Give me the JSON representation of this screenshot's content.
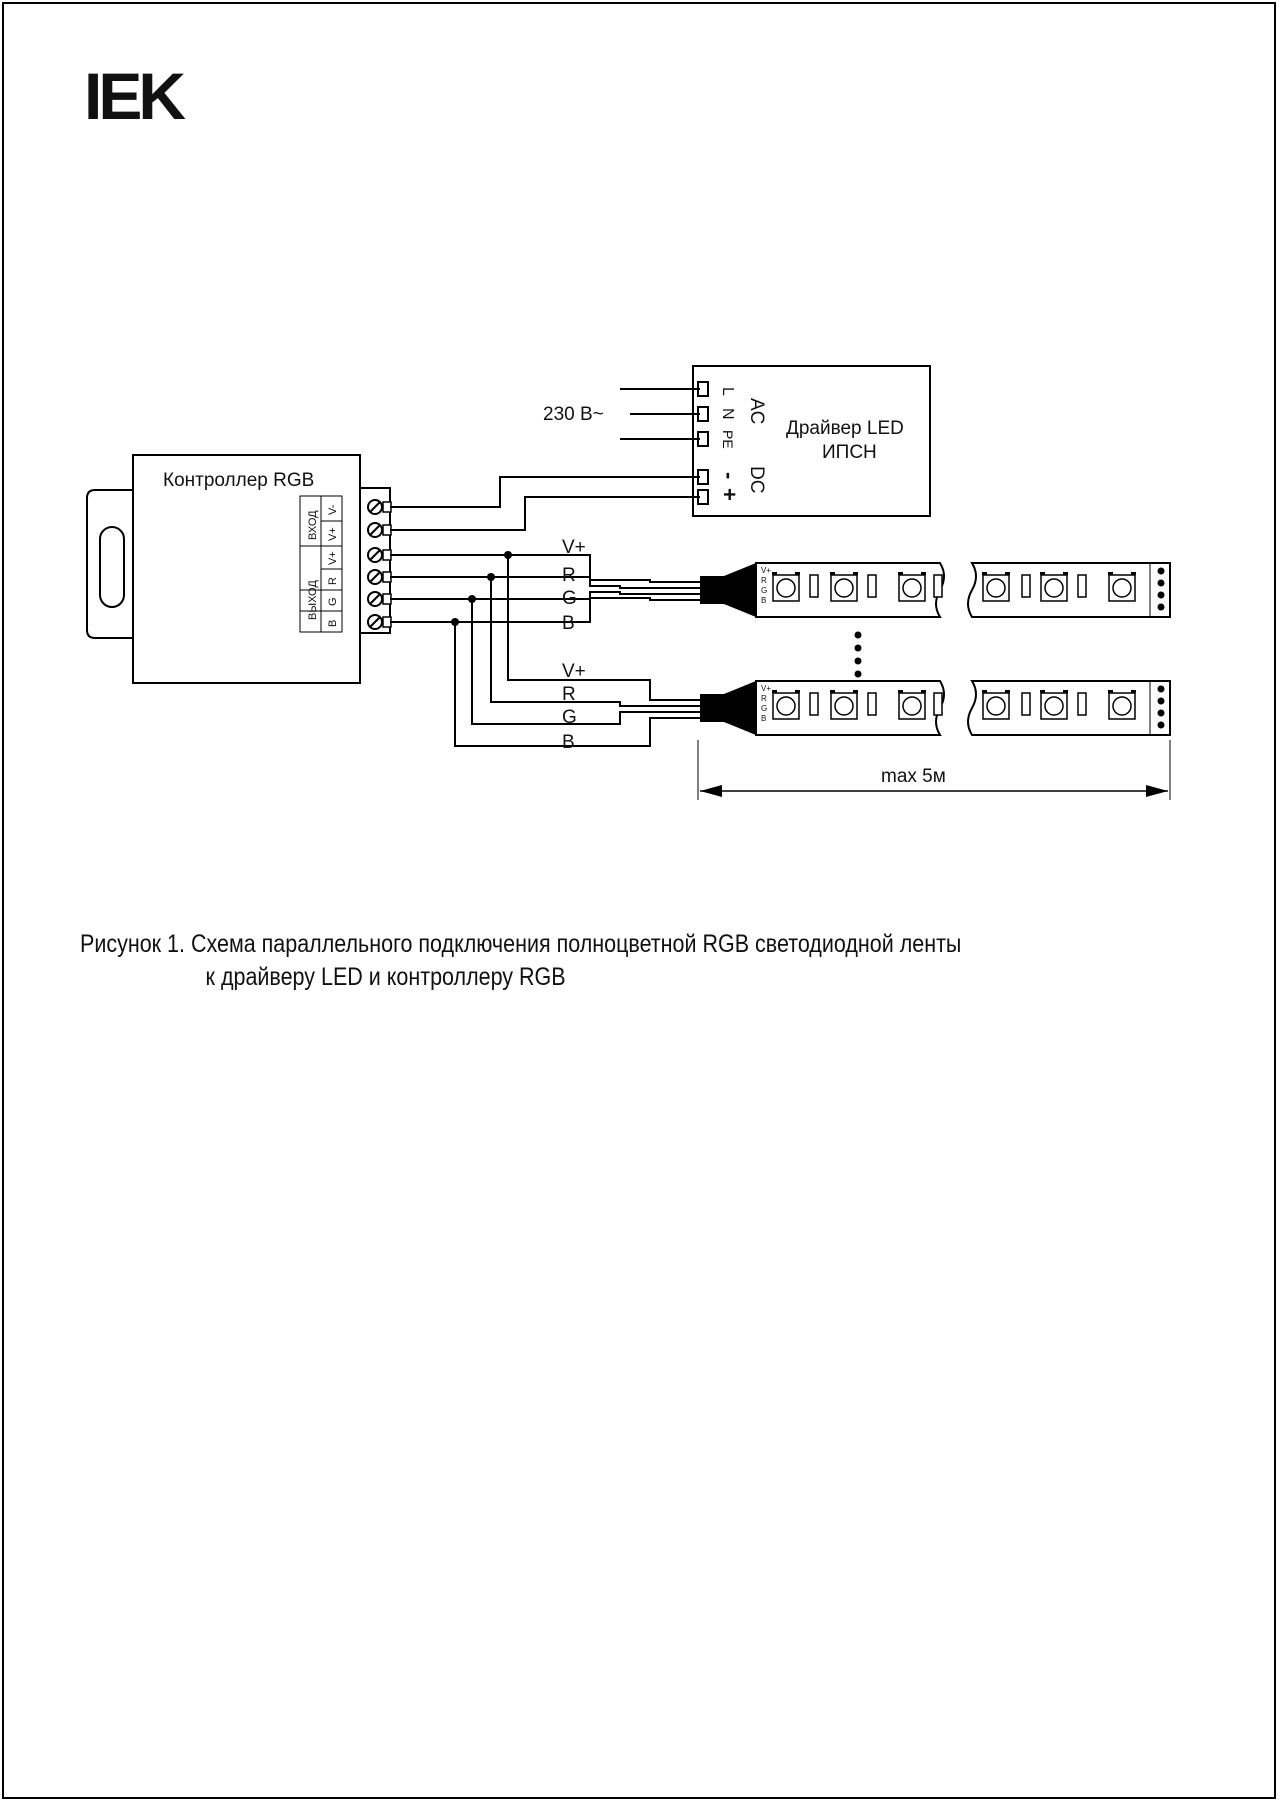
{
  "logo": {
    "text": "IEK"
  },
  "controller": {
    "title": "Контроллер RGB",
    "input_group": "ВХОД",
    "output_group": "ВЫХОД",
    "input_terminals": [
      "V-",
      "V+"
    ],
    "output_terminals": [
      "R",
      "V+",
      "G",
      "B"
    ]
  },
  "driver": {
    "title_line1": "Драйвер LED",
    "title_line2": "ИПСН",
    "ac_label": "AC",
    "dc_label": "DC",
    "ac_terminals": [
      "L",
      "N",
      "PE"
    ],
    "dc_terminals": [
      "-",
      "+"
    ]
  },
  "mains_label": "230 В~",
  "wires": {
    "strip1": [
      "V+",
      "R",
      "G",
      "B"
    ],
    "strip2": [
      "V+",
      "R",
      "G",
      "B"
    ]
  },
  "strip_pad_labels": [
    "V+",
    "R",
    "G",
    "B"
  ],
  "dimension_label": "max 5м",
  "caption": {
    "line1": "Рисунок 1. Схема параллельного подключения полноцветной RGB светодиодной ленты",
    "line2": "к драйверу LED и контроллеру RGB"
  }
}
